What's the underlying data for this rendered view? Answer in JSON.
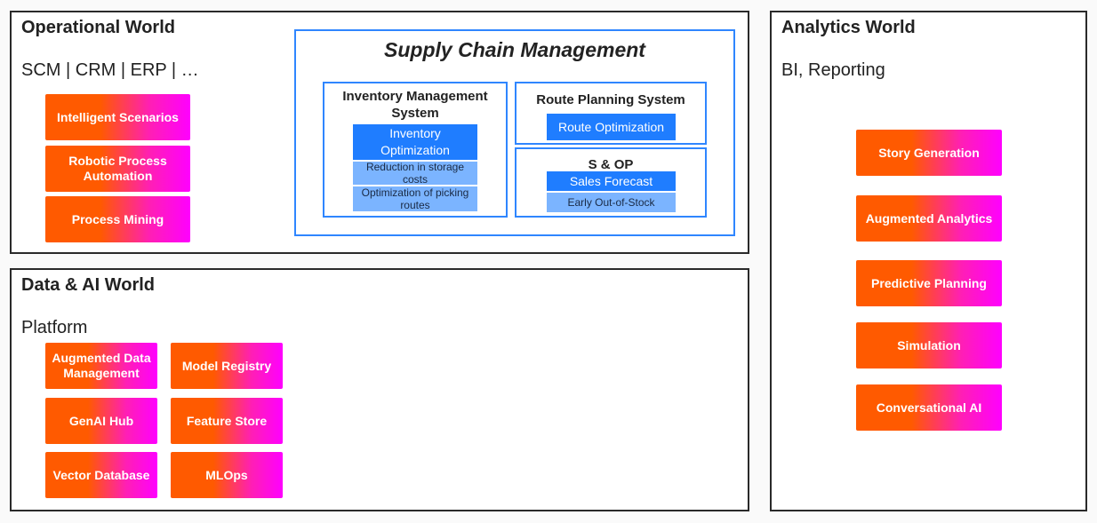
{
  "operational": {
    "title": "Operational World",
    "subtitle": "SCM | CRM | ERP | …",
    "chips": [
      "Intelligent Scenarios",
      "Robotic Process Automation",
      "Process Mining"
    ]
  },
  "scm": {
    "title": "Supply Chain Management",
    "inventory": {
      "title": "Inventory Management System",
      "main": "Inventory Optimization",
      "subs": [
        "Reduction in storage costs",
        "Optimization of picking routes"
      ]
    },
    "route": {
      "title": "Route Planning System",
      "main": "Route Optimization"
    },
    "sop": {
      "title": "S & OP",
      "main": "Sales Forecast",
      "sub": "Early Out-of-Stock"
    }
  },
  "data_ai": {
    "title": "Data & AI World",
    "subtitle": "Platform",
    "chips": [
      "Augmented Data Management",
      "Model Registry",
      "GenAI Hub",
      "Feature Store",
      "Vector Database",
      "MLOps"
    ]
  },
  "analytics": {
    "title": "Analytics World",
    "subtitle": "BI, Reporting",
    "chips": [
      "Story Generation",
      "Augmented Analytics",
      "Predictive Planning",
      "Simulation",
      "Conversational AI"
    ]
  },
  "colors": {
    "chip_start": "#ff5a00",
    "chip_end": "#ff00ff",
    "scm_border": "#2f86ff",
    "block_dark": "#1f7dff",
    "block_light": "#7bb4ff"
  }
}
